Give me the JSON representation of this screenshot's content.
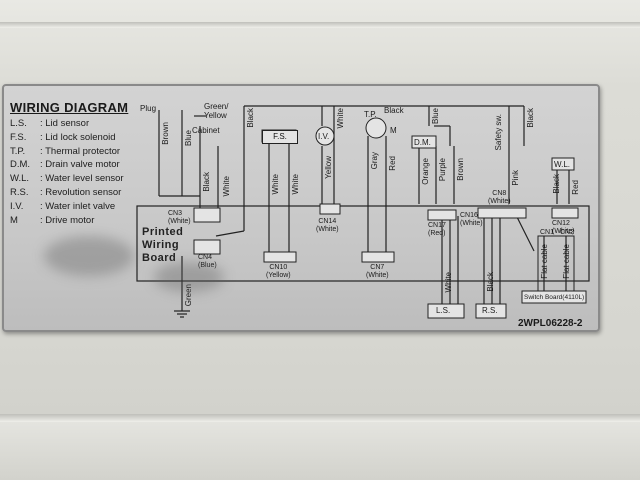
{
  "diagram": {
    "title": "WIRING DIAGRAM",
    "legend": [
      {
        "abbr": "L.S.",
        "text": ": Lid sensor"
      },
      {
        "abbr": "F.S.",
        "text": ": Lid lock solenoid"
      },
      {
        "abbr": "T.P.",
        "text": ": Thermal protector"
      },
      {
        "abbr": "D.M.",
        "text": ": Drain valve motor"
      },
      {
        "abbr": "W.L.",
        "text": ": Water level sensor"
      },
      {
        "abbr": "R.S.",
        "text": ": Revolution sensor"
      },
      {
        "abbr": "I.V.",
        "text": ": Water inlet valve"
      },
      {
        "abbr": "M",
        "text": ": Drive motor"
      }
    ],
    "board_label": [
      "Printed",
      "Wiring",
      "Board"
    ],
    "part_code": "2WPL06228-2",
    "top_labels": {
      "plug": "Plug",
      "green_yellow": "Green/\nYellow",
      "cabinet": "Cabinet",
      "fs": "F.S.",
      "iv": "I.V.",
      "tp": "T.P.",
      "m": "M",
      "dm": "D.M.",
      "safety": "Safety sw.",
      "wl": "W.L.",
      "ls": "L.S.",
      "rs": "R.S.",
      "switch_board": "Switch Board(4110L)"
    },
    "wire_colors": {
      "brown": "Brown",
      "blue": "Blue",
      "black": "Black",
      "white": "White",
      "yellow": "Yellow",
      "gray": "Gray",
      "red": "Red",
      "orange": "Orange",
      "purple": "Purple",
      "pink": "Pink",
      "green": "Green",
      "flat": "Flat cable"
    },
    "connectors": {
      "cn3": "CN3\n(White)",
      "cn4": "CN4\n(Blue)",
      "cn10": "CN10\n(Yellow)",
      "cn14": "CN14\n(White)",
      "cn7": "CN7\n(White)",
      "cn17": "CN17\n(Red)",
      "cn16": "CN16\n(White)",
      "cn8": "CN8\n(White)",
      "cn12": "CN12\n(White)",
      "cn1": "CN1",
      "cn2": "CN2"
    }
  }
}
